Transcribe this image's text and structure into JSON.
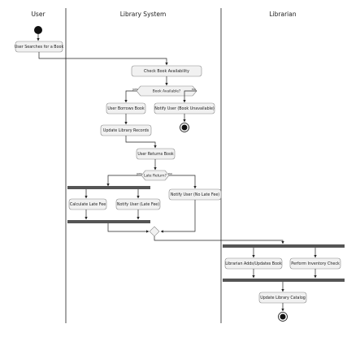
{
  "lanes": {
    "user": "User",
    "system": "Library System",
    "librarian": "Librarian"
  },
  "nodes": {
    "user_searches": "User Searches for a Book",
    "check_availability": "Check Book Availability",
    "book_available": "Book Available?",
    "borrows": "User Borrows Book",
    "notify_unavailable": "Notify User (Book Unavailable)",
    "update_records": "Update Library Records",
    "returns": "User Returns Book",
    "late_return": "Late Return?",
    "late_fee": "Calculate Late Fee",
    "notify_late_fee": "Notify User (Late Fee)",
    "notify_no_late_fee": "Notify User (No Late Fee)",
    "adds_updates": "Librarian Adds/Updates Book",
    "inventory_check": "Perform Inventory Check",
    "update_catalog": "Update Library Catalog"
  },
  "guards": {
    "yes1": "yes",
    "no1": "no",
    "yes2": "yes",
    "no2": "no"
  }
}
